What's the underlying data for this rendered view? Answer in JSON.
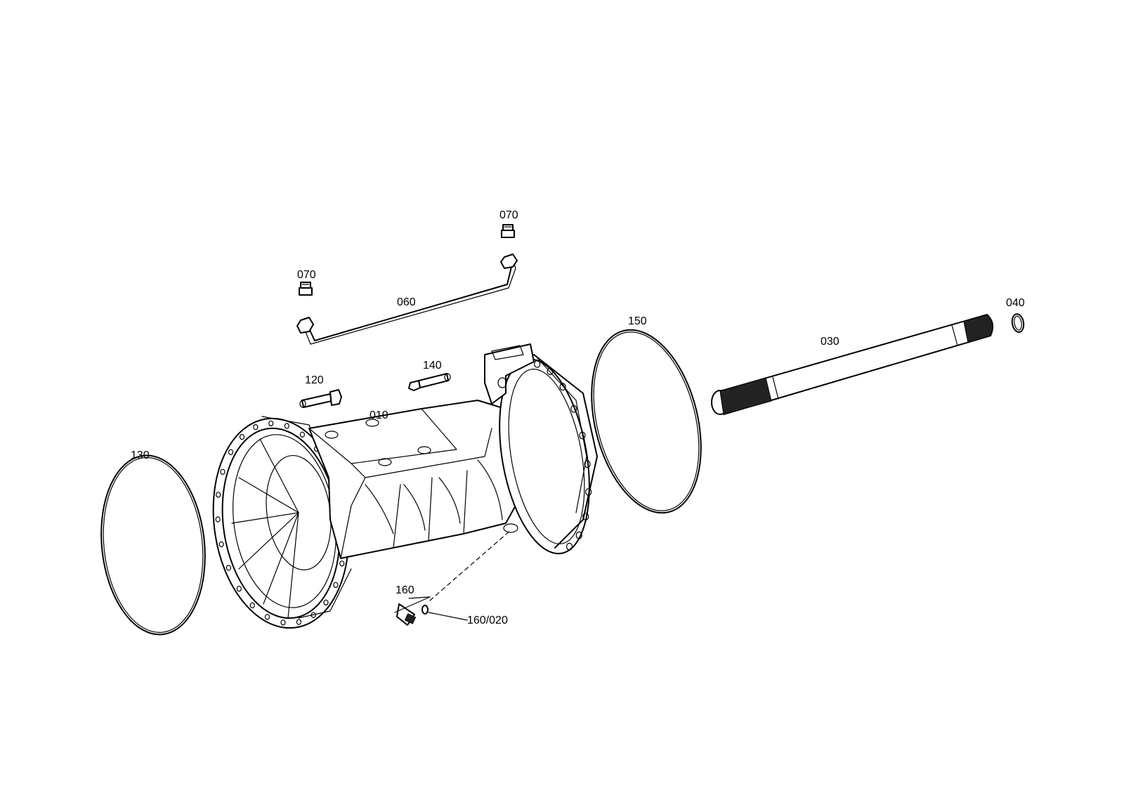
{
  "diagram": {
    "callouts": {
      "c010": "010",
      "c030": "030",
      "c040": "040",
      "c060": "060",
      "c070_left": "070",
      "c070_right": "070",
      "c120": "120",
      "c130": "130",
      "c140": "140",
      "c150": "150",
      "c160": "160",
      "c160_020": "160/020"
    },
    "line_color": "#000000",
    "background": "#ffffff"
  }
}
